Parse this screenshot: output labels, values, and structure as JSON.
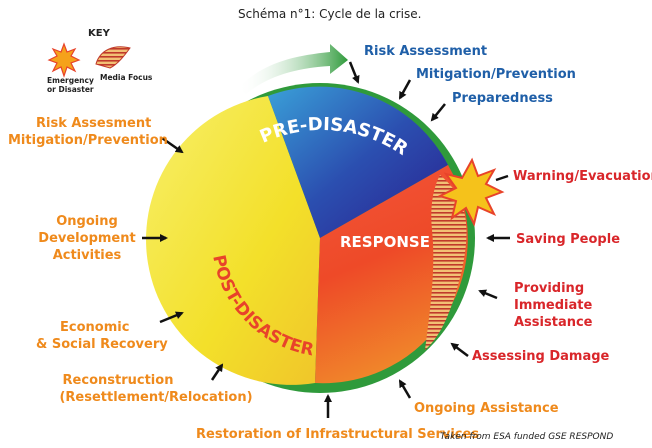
{
  "header": {
    "title": "Schéma n°1: Cycle de la crise."
  },
  "key": {
    "title": "KEY",
    "emergency_label_1": "Emergency",
    "emergency_label_2": "or Disaster",
    "media_label": "Media Focus"
  },
  "phases": {
    "pre": "PRE-DISASTER",
    "response": "RESPONSE",
    "post": "POST-DISASTER"
  },
  "labels": {
    "risk_assessment": "Risk Assessment",
    "mitigation_prevention": "Mitigation/Prevention",
    "preparedness": "Preparedness",
    "warning_evacuation": "Warning/Evacuation",
    "saving_people": "Saving People",
    "providing_1": "Providing",
    "providing_2": "Immediate",
    "providing_3": "Assistance",
    "assessing_damage": "Assessing Damage",
    "ongoing_assistance": "Ongoing Assistance",
    "restoration": "Restoration of Infrastructural Services",
    "reconstruction_1": "Reconstruction",
    "reconstruction_2": "(Resettlement/Relocation)",
    "economic_1": "Economic",
    "economic_2": "& Social Recovery",
    "ongoing_dev_1": "Ongoing",
    "ongoing_dev_2": "Development",
    "ongoing_dev_3": "Activities",
    "risk_assesment_left_1": "Risk Assesment",
    "risk_assesment_left_2": "Mitigation/Prevention"
  },
  "credit": "Taken from ESA funded GSE RESPOND",
  "colors": {
    "ring": "#2f9a3b",
    "post_yellow": "#f5e52e",
    "pre_blue": "#1e3a9a",
    "response_red": "#e8432a",
    "orange_text": "#ef8a1c",
    "blue_text": "#1f5fa8",
    "red_text": "#d9262a"
  }
}
